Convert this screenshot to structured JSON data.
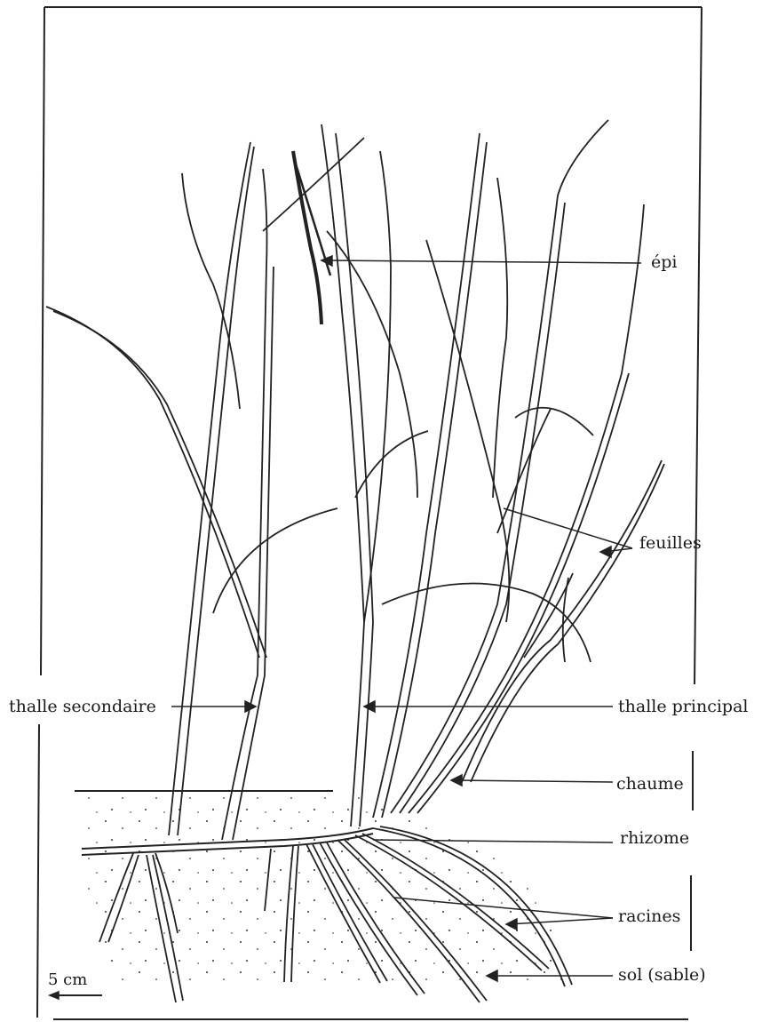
{
  "labels": {
    "epi": "épi",
    "feuilles": "feuilles",
    "thalle_secondaire": "thalle secondaire",
    "thalle_principal": "thalle principal",
    "chaume": "chaume",
    "rhizome": "rhizome",
    "racines": "racines",
    "sol": "sol (sable)",
    "scale": "5 cm"
  },
  "colors": {
    "ink": "#1a1a1a",
    "paper": "#ffffff"
  }
}
